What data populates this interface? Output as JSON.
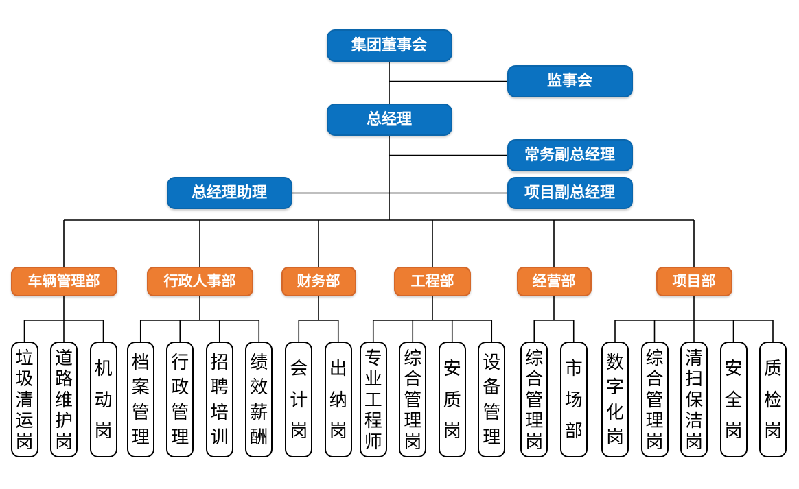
{
  "diagram": {
    "type": "org-chart",
    "root": {
      "label": "集团董事会"
    },
    "supervisory": {
      "label": "监事会"
    },
    "general_manager": {
      "label": "总经理"
    },
    "executive_deputy": {
      "label": "常务副总经理"
    },
    "project_deputy": {
      "label": "项目副总经理"
    },
    "gm_assistant": {
      "label": "总经理助理"
    },
    "departments": [
      {
        "label": "车辆管理部",
        "positions": [
          "垃圾清运岗",
          "道路维护岗",
          "机动岗"
        ]
      },
      {
        "label": "行政人事部",
        "positions": [
          "档案管理",
          "行政管理",
          "招聘培训",
          "绩效薪酬"
        ]
      },
      {
        "label": "财务部",
        "positions": [
          "会计岗",
          "出纳岗"
        ]
      },
      {
        "label": "工程部",
        "positions": [
          "专业工程师",
          "综合管理岗",
          "安质岗",
          "设备管理"
        ]
      },
      {
        "label": "经营部",
        "positions": [
          "综合管理岗",
          "市场部"
        ]
      },
      {
        "label": "项目部",
        "positions": [
          "数字化岗",
          "综合管理岗",
          "清扫保洁岗",
          "安全岗",
          "质检岗"
        ]
      }
    ]
  },
  "colors": {
    "background": "#FFFFFF",
    "executive_fill": "#0B72C1",
    "executive_border": "#0A66AC",
    "executive_text": "#FFFFFF",
    "department_fill": "#ED7D31",
    "department_border": "#D4682A",
    "position_fill": "#FFFFFF",
    "position_border": "#000000",
    "position_text": "#000000",
    "line": "#000000"
  }
}
